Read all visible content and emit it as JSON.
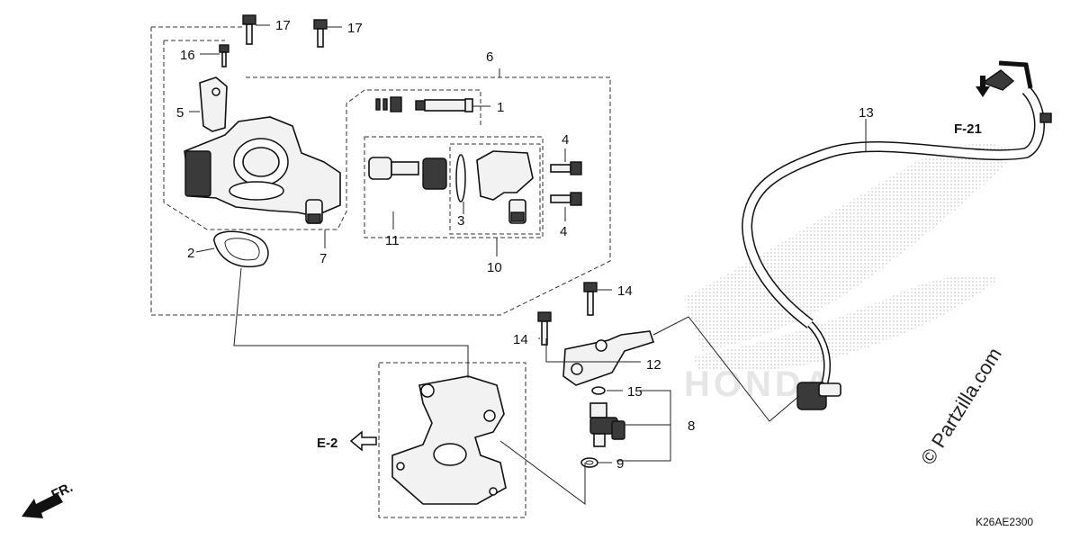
{
  "diagram": {
    "callouts": {
      "c1": "1",
      "c2": "2",
      "c3": "3",
      "c4a": "4",
      "c4b": "4",
      "c5": "5",
      "c6": "6",
      "c7": "7",
      "c8": "8",
      "c9": "9",
      "c10": "10",
      "c11": "11",
      "c12": "12",
      "c13": "13",
      "c14a": "14",
      "c14b": "14",
      "c15": "15",
      "c16": "16",
      "c17a": "17",
      "c17b": "17"
    },
    "refs": {
      "e2": "E-2",
      "f21": "F-21",
      "front": "FR."
    },
    "drawing_code": "K26AE2300",
    "watermark": "© Partzilla.com"
  }
}
